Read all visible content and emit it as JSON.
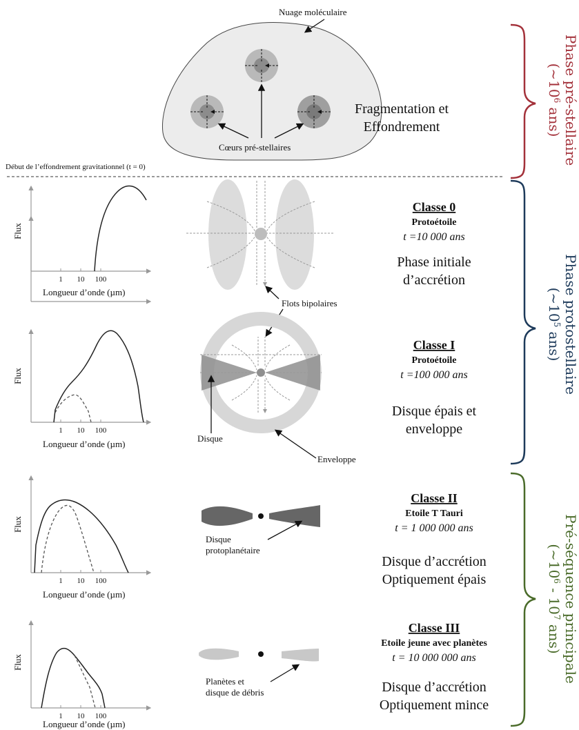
{
  "colors": {
    "phase1": "#a3313a",
    "phase2": "#1d3a5a",
    "phase3": "#4a6b2a"
  },
  "cloud": {
    "label": "Nuage moléculaire",
    "cores_label": "Cœurs pré-stellaires",
    "description_line1": "Fragmentation et",
    "description_line2": "Effondrement"
  },
  "divider_label": "Début de l’effondrement gravitationnel (t = 0)",
  "axes": {
    "y_label": "Flux",
    "x_label": "Longueur d’onde (µm)",
    "ticks_4": [
      "1",
      "10",
      "100"
    ]
  },
  "classes": [
    {
      "title": "Classe 0",
      "subtitle": "Protoétoile",
      "time": "t =10 000 ans",
      "desc1": "Phase initiale",
      "desc2": "d’accrétion"
    },
    {
      "title": "Classe I",
      "subtitle": "Protoétoile",
      "time": "t =100 000 ans",
      "desc1": "Disque épais et",
      "desc2": "enveloppe"
    },
    {
      "title": "Classe II",
      "subtitle": "Etoile T Tauri",
      "time": "t = 1 000 000 ans",
      "desc1": "Disque d’accrétion",
      "desc2": "Optiquement épais"
    },
    {
      "title": "Classe III",
      "subtitle": "Etoile jeune avec planètes",
      "time": "t = 10 000 000 ans",
      "desc1": "Disque d’accrétion",
      "desc2": "Optiquement mince"
    }
  ],
  "annotations": {
    "flots": "Flots bipolaires",
    "disque": "Disque",
    "enveloppe": "Enveloppe",
    "disque_proto_1": "Disque",
    "disque_proto_2": "protoplanétaire",
    "planetes_1": "Planètes et",
    "planetes_2": "disque de débris"
  },
  "phases": [
    {
      "name": "Phase pré-stellaire",
      "duration_pre": "(~10",
      "exp": "6",
      "duration_post": " ans)"
    },
    {
      "name": "Phase protostellaire",
      "duration_pre": "(~10",
      "exp": "5",
      "duration_post": " ans)"
    },
    {
      "name": "Pré-séquence principale",
      "duration_pre": "(~10",
      "exp": "6",
      "duration_mid": " - 10",
      "exp2": "7",
      "duration_post": " ans)"
    }
  ]
}
